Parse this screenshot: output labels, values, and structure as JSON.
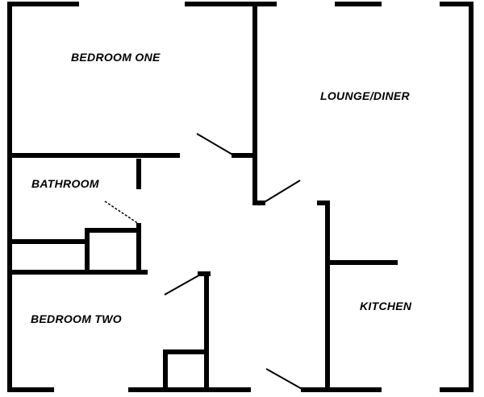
{
  "rooms": {
    "bedroom_one": "BEDROOM ONE",
    "lounge_diner": "LOUNGE/DINER",
    "bathroom": "BATHROOM",
    "kitchen": "KITCHEN",
    "bedroom_two": "BEDROOM TWO"
  },
  "colors": {
    "wall": "#000000",
    "background": "#ffffff"
  }
}
